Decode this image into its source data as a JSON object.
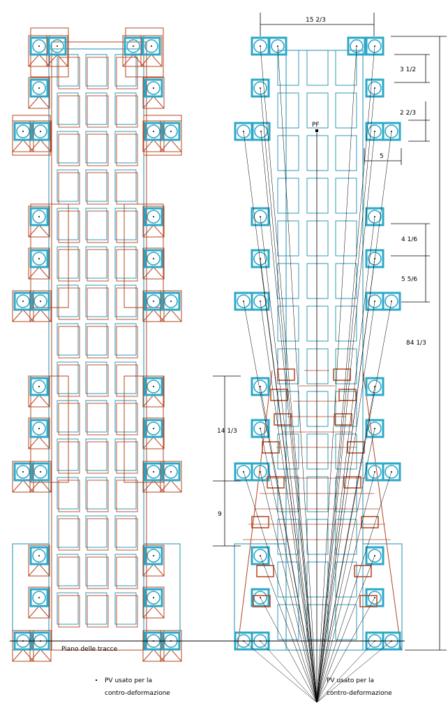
{
  "colors": {
    "outline_blue": "#1a8fb0",
    "column_blue": "#2ba8c8",
    "deformed_red": "#b5441f",
    "line_black": "#000000",
    "background": "#ffffff"
  },
  "labels": {
    "picture_plane": "Piano delle tracce",
    "vanishing_point": "PF",
    "viewpoint_left": "PV usato per la contro-deformazione",
    "viewpoint_left_line1": "PV usato per la",
    "viewpoint_left_line2": "contro-deformazione",
    "viewpoint_right_line1": "PV usato per la",
    "viewpoint_right_line2": "contro-deformazione"
  },
  "dimensions": {
    "total_width": "15 2/3",
    "total_height": "84 1/3",
    "d1": "3 1/2",
    "d2": "2 2/3",
    "d3": "5",
    "d4": "4 1/6",
    "d5": "5 5/6",
    "d6": "14 1/3",
    "d7": "9"
  },
  "icons": {
    "column": "circle-column-icon",
    "vanishing_point_marker": "dot-marker-icon"
  }
}
